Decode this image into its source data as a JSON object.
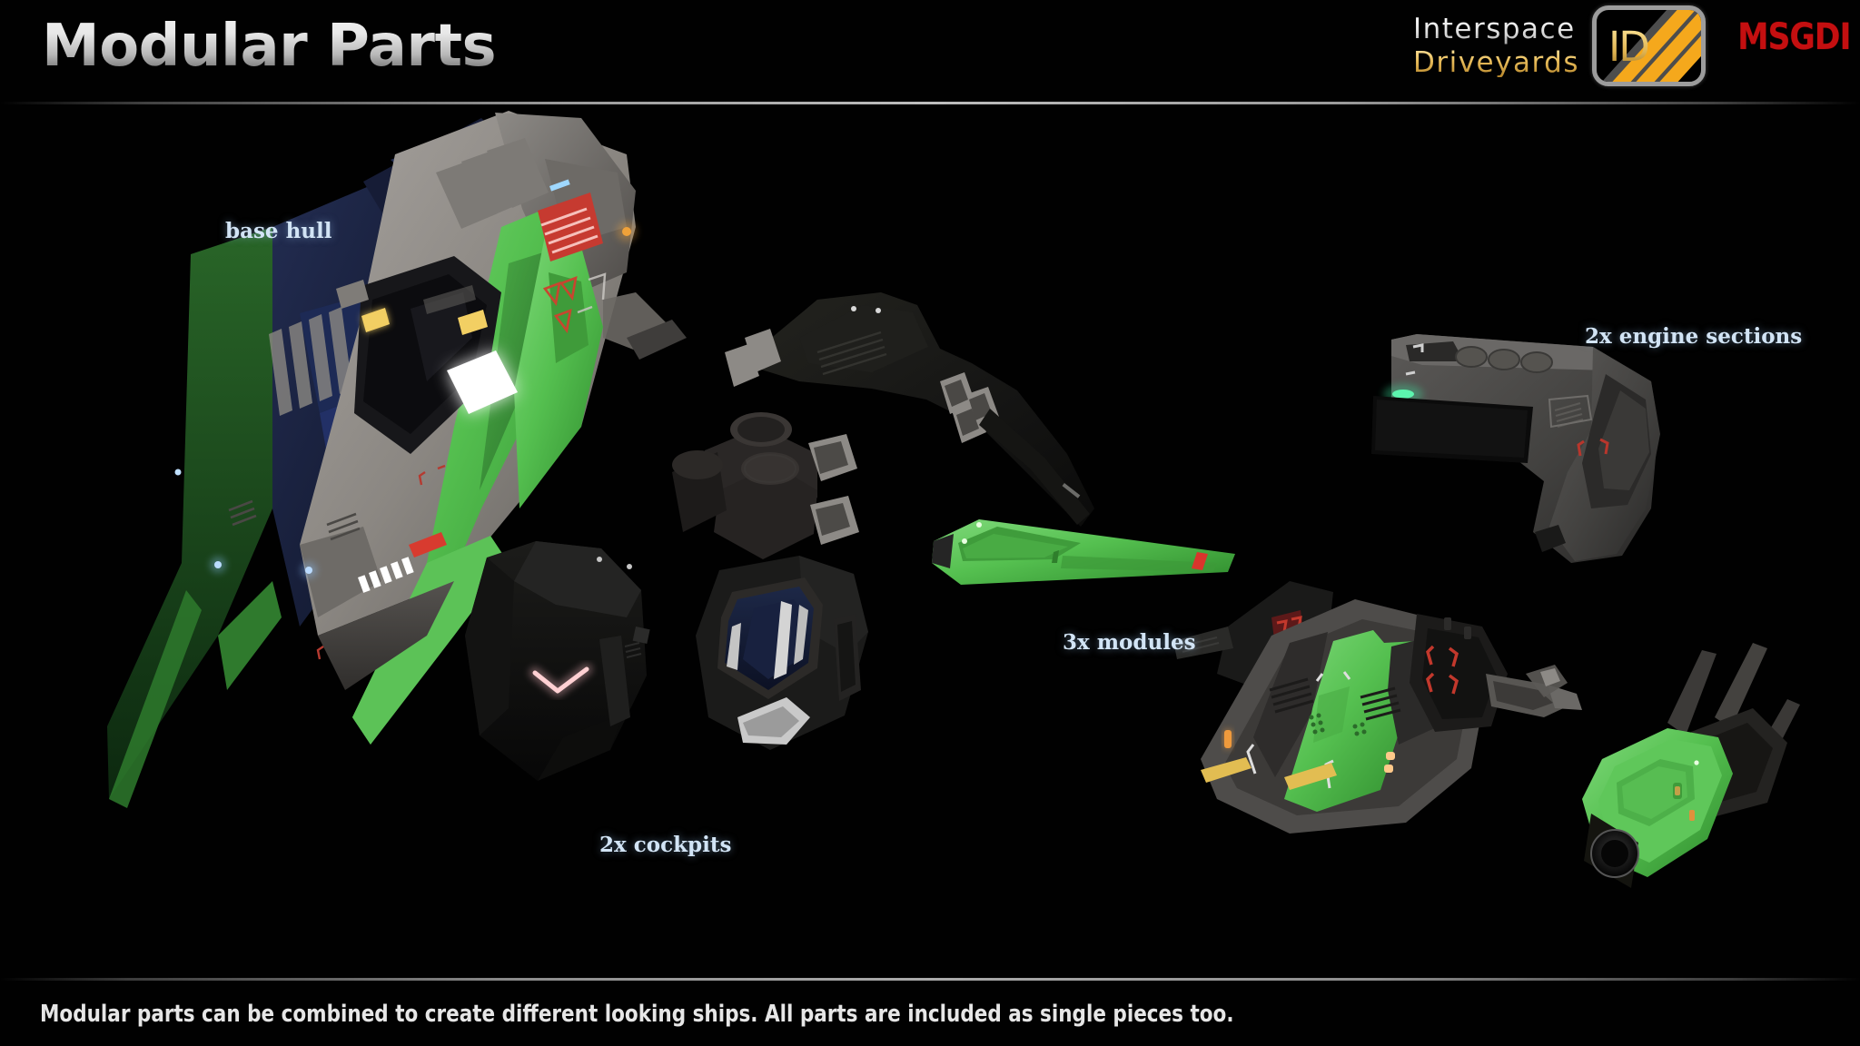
{
  "header": {
    "title": "Modular Parts",
    "brand": {
      "line1": "Interspace",
      "line2": "Driveyards",
      "badge_text": "ID",
      "publisher": "MSGDI"
    }
  },
  "labels": {
    "base_hull": "base hull",
    "cockpits": "2x cockpits",
    "modules": "3x modules",
    "engines": "2x engine sections"
  },
  "footer": {
    "caption": "Modular parts can be combined to create different looking ships. All parts are included as single pieces too."
  },
  "colors": {
    "background": "#000000",
    "title_light": "#f2f2f2",
    "title_dark": "#4a4a4a",
    "brand_gold": "#e8bc5a",
    "brand_silver": "#dedede",
    "badge_stripe": "#f5a81c",
    "publisher_red": "#c40f10",
    "label_blue": "#d2e4f5",
    "hull_gray": "#8e8e8e",
    "accent_green": "#5ec45a",
    "accent_green_dark": "#2f7a2d",
    "navy": "#1b2340",
    "warning_red": "#c8392f",
    "light_yellow": "#e8c75e",
    "light_white": "#ffffff",
    "engine_dark": "#4a4a4c",
    "cockpit_black": "#161616",
    "cockpit_glass": "#16203f"
  },
  "parts": [
    {
      "name": "base hull",
      "count": 1,
      "label_key": "base_hull"
    },
    {
      "name": "cockpits",
      "count": 2,
      "label_key": "cockpits"
    },
    {
      "name": "modules",
      "count": 3,
      "label_key": "modules"
    },
    {
      "name": "engine sections",
      "count": 2,
      "label_key": "engines"
    }
  ]
}
